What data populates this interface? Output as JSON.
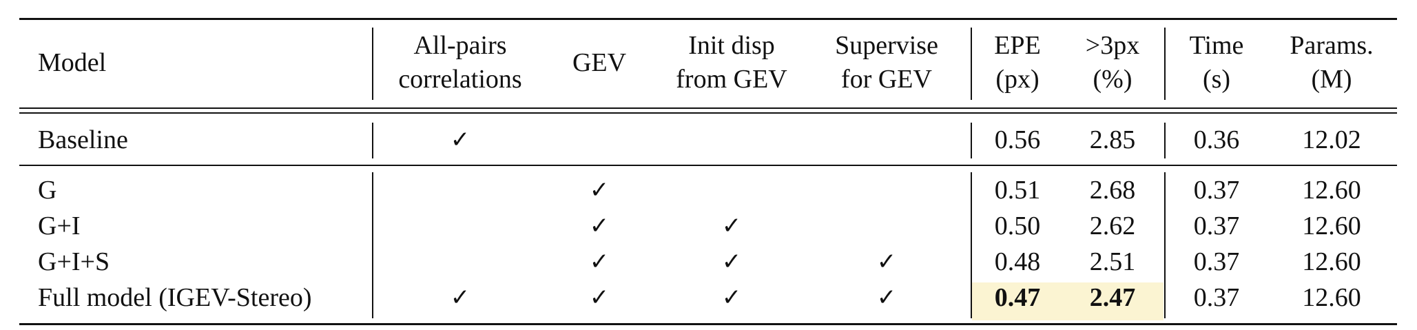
{
  "table": {
    "headers": {
      "model": "Model",
      "allpairs": [
        "All-pairs",
        "correlations"
      ],
      "gev": "GEV",
      "init": [
        "Init disp",
        "from GEV"
      ],
      "supervise": [
        "Supervise",
        "for GEV"
      ],
      "epe": [
        "EPE",
        "(px)"
      ],
      "px3": [
        ">3px",
        "(%)"
      ],
      "time": [
        "Time",
        "(s)"
      ],
      "params": [
        "Params.",
        "(M)"
      ]
    },
    "check_symbol": "✓",
    "rows": [
      {
        "model": "Baseline",
        "allpairs": true,
        "gev": false,
        "init": false,
        "supervise": false,
        "epe": "0.56",
        "px3": "2.85",
        "time": "0.36",
        "params": "12.02"
      },
      {
        "model": "G",
        "allpairs": false,
        "gev": true,
        "init": false,
        "supervise": false,
        "epe": "0.51",
        "px3": "2.68",
        "time": "0.37",
        "params": "12.60"
      },
      {
        "model": "G+I",
        "allpairs": false,
        "gev": true,
        "init": true,
        "supervise": false,
        "epe": "0.50",
        "px3": "2.62",
        "time": "0.37",
        "params": "12.60"
      },
      {
        "model": "G+I+S",
        "allpairs": false,
        "gev": true,
        "init": true,
        "supervise": true,
        "epe": "0.48",
        "px3": "2.51",
        "time": "0.37",
        "params": "12.60"
      },
      {
        "model": "Full model (IGEV-Stereo)",
        "allpairs": true,
        "gev": true,
        "init": true,
        "supervise": true,
        "epe": "0.47",
        "px3": "2.47",
        "time": "0.37",
        "params": "12.60",
        "best": true
      }
    ],
    "highlight_color": "#fbf4d2"
  }
}
